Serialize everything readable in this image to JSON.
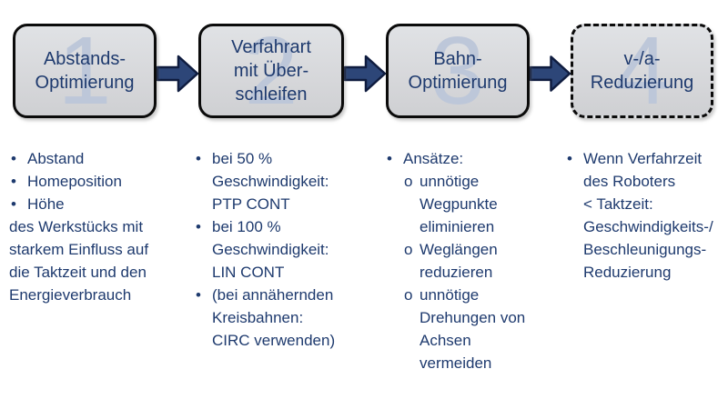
{
  "colors": {
    "text": "#1e3a6e",
    "box_fill": "#d7d8db",
    "box_border": "#0b0b0b",
    "watermark": "#bdc7d9",
    "arrow_fill": "#2d4678",
    "arrow_stroke": "#0f1c3f"
  },
  "steps": [
    {
      "number": "1",
      "title": "Abstands-\nOptimierung",
      "border_style": "solid",
      "details": [
        {
          "marker": "•",
          "level": 1,
          "text": "Abstand"
        },
        {
          "marker": "•",
          "level": 1,
          "text": "Homeposition"
        },
        {
          "marker": "•",
          "level": 1,
          "text": "Höhe"
        },
        {
          "marker": "",
          "level": 0,
          "text": "des Werkstücks mit"
        },
        {
          "marker": "",
          "level": 0,
          "text": "starkem Einfluss auf"
        },
        {
          "marker": "",
          "level": 0,
          "text": "die Taktzeit und den"
        },
        {
          "marker": "",
          "level": 0,
          "text": "Energieverbrauch"
        }
      ]
    },
    {
      "number": "2",
      "title": "Verfahrart\nmit Über-\nschleifen",
      "border_style": "solid",
      "details": [
        {
          "marker": "•",
          "level": 1,
          "text": "bei 50 %"
        },
        {
          "marker": "",
          "level": 1,
          "text": "Geschwindigkeit:"
        },
        {
          "marker": "",
          "level": 1,
          "text": "PTP CONT"
        },
        {
          "marker": "•",
          "level": 1,
          "text": "bei 100 %"
        },
        {
          "marker": "",
          "level": 1,
          "text": "Geschwindigkeit:"
        },
        {
          "marker": "",
          "level": 1,
          "text": "LIN CONT"
        },
        {
          "marker": "•",
          "level": 1,
          "text": "(bei annähernden"
        },
        {
          "marker": "",
          "level": 1,
          "text": "Kreisbahnen:"
        },
        {
          "marker": "",
          "level": 1,
          "text": "CIRC verwenden)"
        }
      ]
    },
    {
      "number": "3",
      "title": "Bahn-\nOptimierung",
      "border_style": "solid",
      "details": [
        {
          "marker": "•",
          "level": 1,
          "text": "Ansätze:"
        },
        {
          "marker": "o",
          "level": 2,
          "text": "unnötige"
        },
        {
          "marker": "",
          "level": 2,
          "text": "Wegpunkte"
        },
        {
          "marker": "",
          "level": 2,
          "text": "eliminieren"
        },
        {
          "marker": "o",
          "level": 2,
          "text": "Weglängen"
        },
        {
          "marker": "",
          "level": 2,
          "text": "reduzieren"
        },
        {
          "marker": "o",
          "level": 2,
          "text": "unnötige"
        },
        {
          "marker": "",
          "level": 2,
          "text": "Drehungen  von"
        },
        {
          "marker": "",
          "level": 2,
          "text": "Achsen"
        },
        {
          "marker": "",
          "level": 2,
          "text": "vermeiden"
        }
      ]
    },
    {
      "number": "4",
      "title": "v-/a-\nReduzierung",
      "border_style": "dashed",
      "details": [
        {
          "marker": "•",
          "level": 1,
          "text": "Wenn Verfahrzeit"
        },
        {
          "marker": "",
          "level": 1,
          "text": "des Roboters"
        },
        {
          "marker": "",
          "level": 1,
          "text": "< Taktzeit:"
        },
        {
          "marker": "",
          "level": 1,
          "text": "Geschwindigkeits-/"
        },
        {
          "marker": "",
          "level": 1,
          "text": "Beschleunigungs-"
        },
        {
          "marker": "",
          "level": 1,
          "text": "Reduzierung"
        }
      ]
    }
  ]
}
